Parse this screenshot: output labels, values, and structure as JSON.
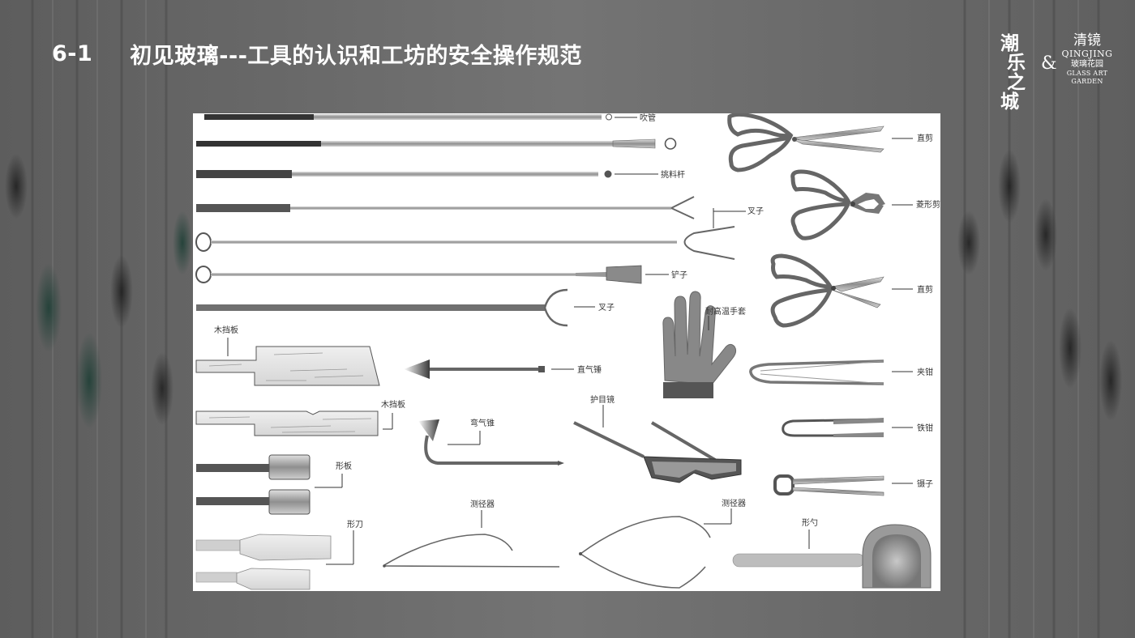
{
  "slide": {
    "number": "6-1",
    "title": "初见玻璃---工具的认识和工坊的安全操作规范"
  },
  "logo": {
    "chao_line1": "潮",
    "chao_line2": "乐之",
    "chao_line3": "城",
    "ampersand": "&",
    "brand_cn": "清镜",
    "brand_pinyin": "QINGJING",
    "brand_sub": "玻璃花园",
    "brand_en1": "GLASS ART",
    "brand_en2": "GARDEN"
  },
  "labels": {
    "blowpipe": "吹管",
    "punty": "挑料杆",
    "fork_1": "叉子",
    "shovel": "铲子",
    "fork_2": "叉子",
    "wood_board_1": "木挡板",
    "wood_board_2": "木挡板",
    "straight_torch": "直气锤",
    "bent_torch": "弯气锥",
    "shape_board": "形板",
    "shape_knife": "形刀",
    "caliper_1": "测径器",
    "caliper_2": "测径器",
    "gloves": "耐高温手套",
    "goggles": "护目镜",
    "shape_spoon": "形勺",
    "straight_shears_1": "直剪",
    "diamond_shears": "菱形剪",
    "straight_shears_2": "直剪",
    "clamp_pliers": "夹钳",
    "iron_tongs": "铁钳",
    "tweezers": "镊子"
  },
  "colors": {
    "title": "#ffffff",
    "background": "#6b6b6b",
    "panel": "#ffffff",
    "tool_dark": "#555555",
    "tool_mid": "#8a8a8a",
    "tool_light": "#c8c8c8"
  }
}
